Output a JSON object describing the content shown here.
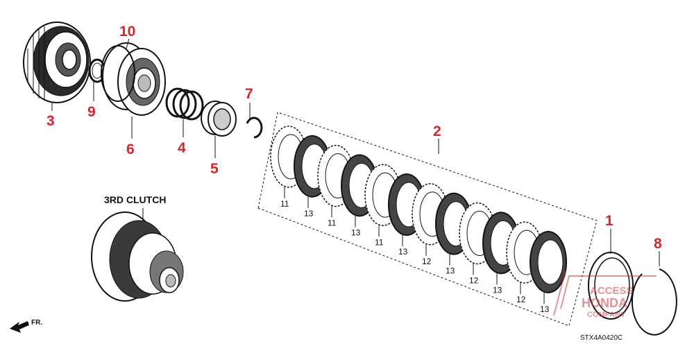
{
  "diagram": {
    "section_title": "3RD CLUTCH",
    "front_marker": "FR.",
    "diagram_code": "STX4A0420C",
    "watermark": {
      "line1": "ACCESS",
      "line2": "HONDA",
      "line3": "COMPANY"
    },
    "callout_color": "#d9222a",
    "callouts": [
      "10",
      "3",
      "9",
      "6",
      "4",
      "5",
      "7",
      "2",
      "1",
      "8"
    ],
    "plate_labels": [
      "11",
      "13",
      "11",
      "13",
      "11",
      "13",
      "12",
      "13",
      "12",
      "13",
      "12",
      "13"
    ]
  }
}
